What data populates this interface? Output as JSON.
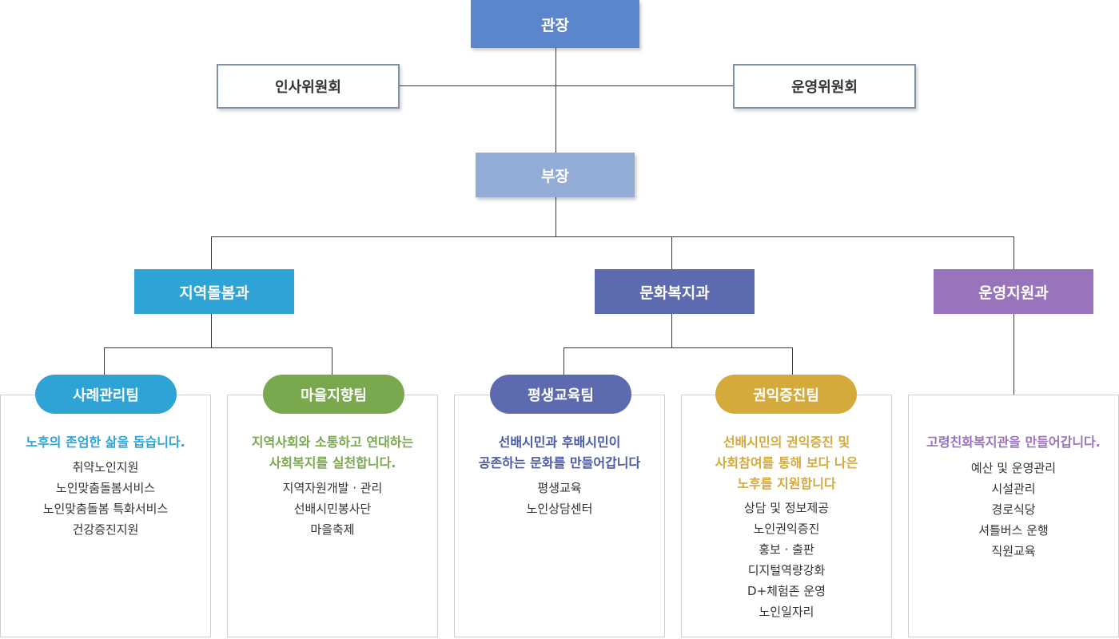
{
  "director": {
    "label": "관장",
    "color": "#5b85cd"
  },
  "committees": {
    "left": "인사위원회",
    "right": "운영위원회"
  },
  "manager": {
    "label": "부장",
    "color": "#93acd6"
  },
  "departments": [
    {
      "label": "지역돌봄과",
      "color": "#2fa3d6"
    },
    {
      "label": "문화복지과",
      "color": "#5c6bb0"
    },
    {
      "label": "운영지원과",
      "color": "#9a73bd"
    }
  ],
  "teams": [
    {
      "label": "사례관리팀",
      "color": "#2fa3d6",
      "headline": "노후의 존엄한 삶을 돕습니다.",
      "items": [
        "취약노인지원",
        "노인맞춤돌봄서비스",
        "노인맞춤돌봄 특화서비스",
        "건강증진지원"
      ]
    },
    {
      "label": "마을지향팀",
      "color": "#7aa84f",
      "headline": "지역사회와 소통하고 연대하는\n사회복지를 실천합니다.",
      "items": [
        "지역자원개발 · 관리",
        "선배시민봉사단",
        "마을축제"
      ]
    },
    {
      "label": "평생교육팀",
      "color": "#5c6bb0",
      "headline": "선배시민과 후배시민이\n공존하는 문화를 만들어갑니다",
      "items": [
        "평생교육",
        "노인상담센터"
      ]
    },
    {
      "label": "권익증진팀",
      "color": "#d4aa3c",
      "headline": "선배시민의 권익증진 및\n사회참여를 통해 보다 나은\n노후를 지원합니다",
      "items": [
        "상담 및 정보제공",
        "노인권익증진",
        "홍보 · 출판",
        "디지털역량강화",
        "D+체험존 운영",
        "노인일자리"
      ]
    },
    {
      "label": "",
      "color": "#9a73bd",
      "headline": "고령친화복지관을 만들어갑니다.",
      "items": [
        "예산 및 운영관리",
        "시설관리",
        "경로식당",
        "셔틀버스 운행",
        "직원교육"
      ]
    }
  ]
}
